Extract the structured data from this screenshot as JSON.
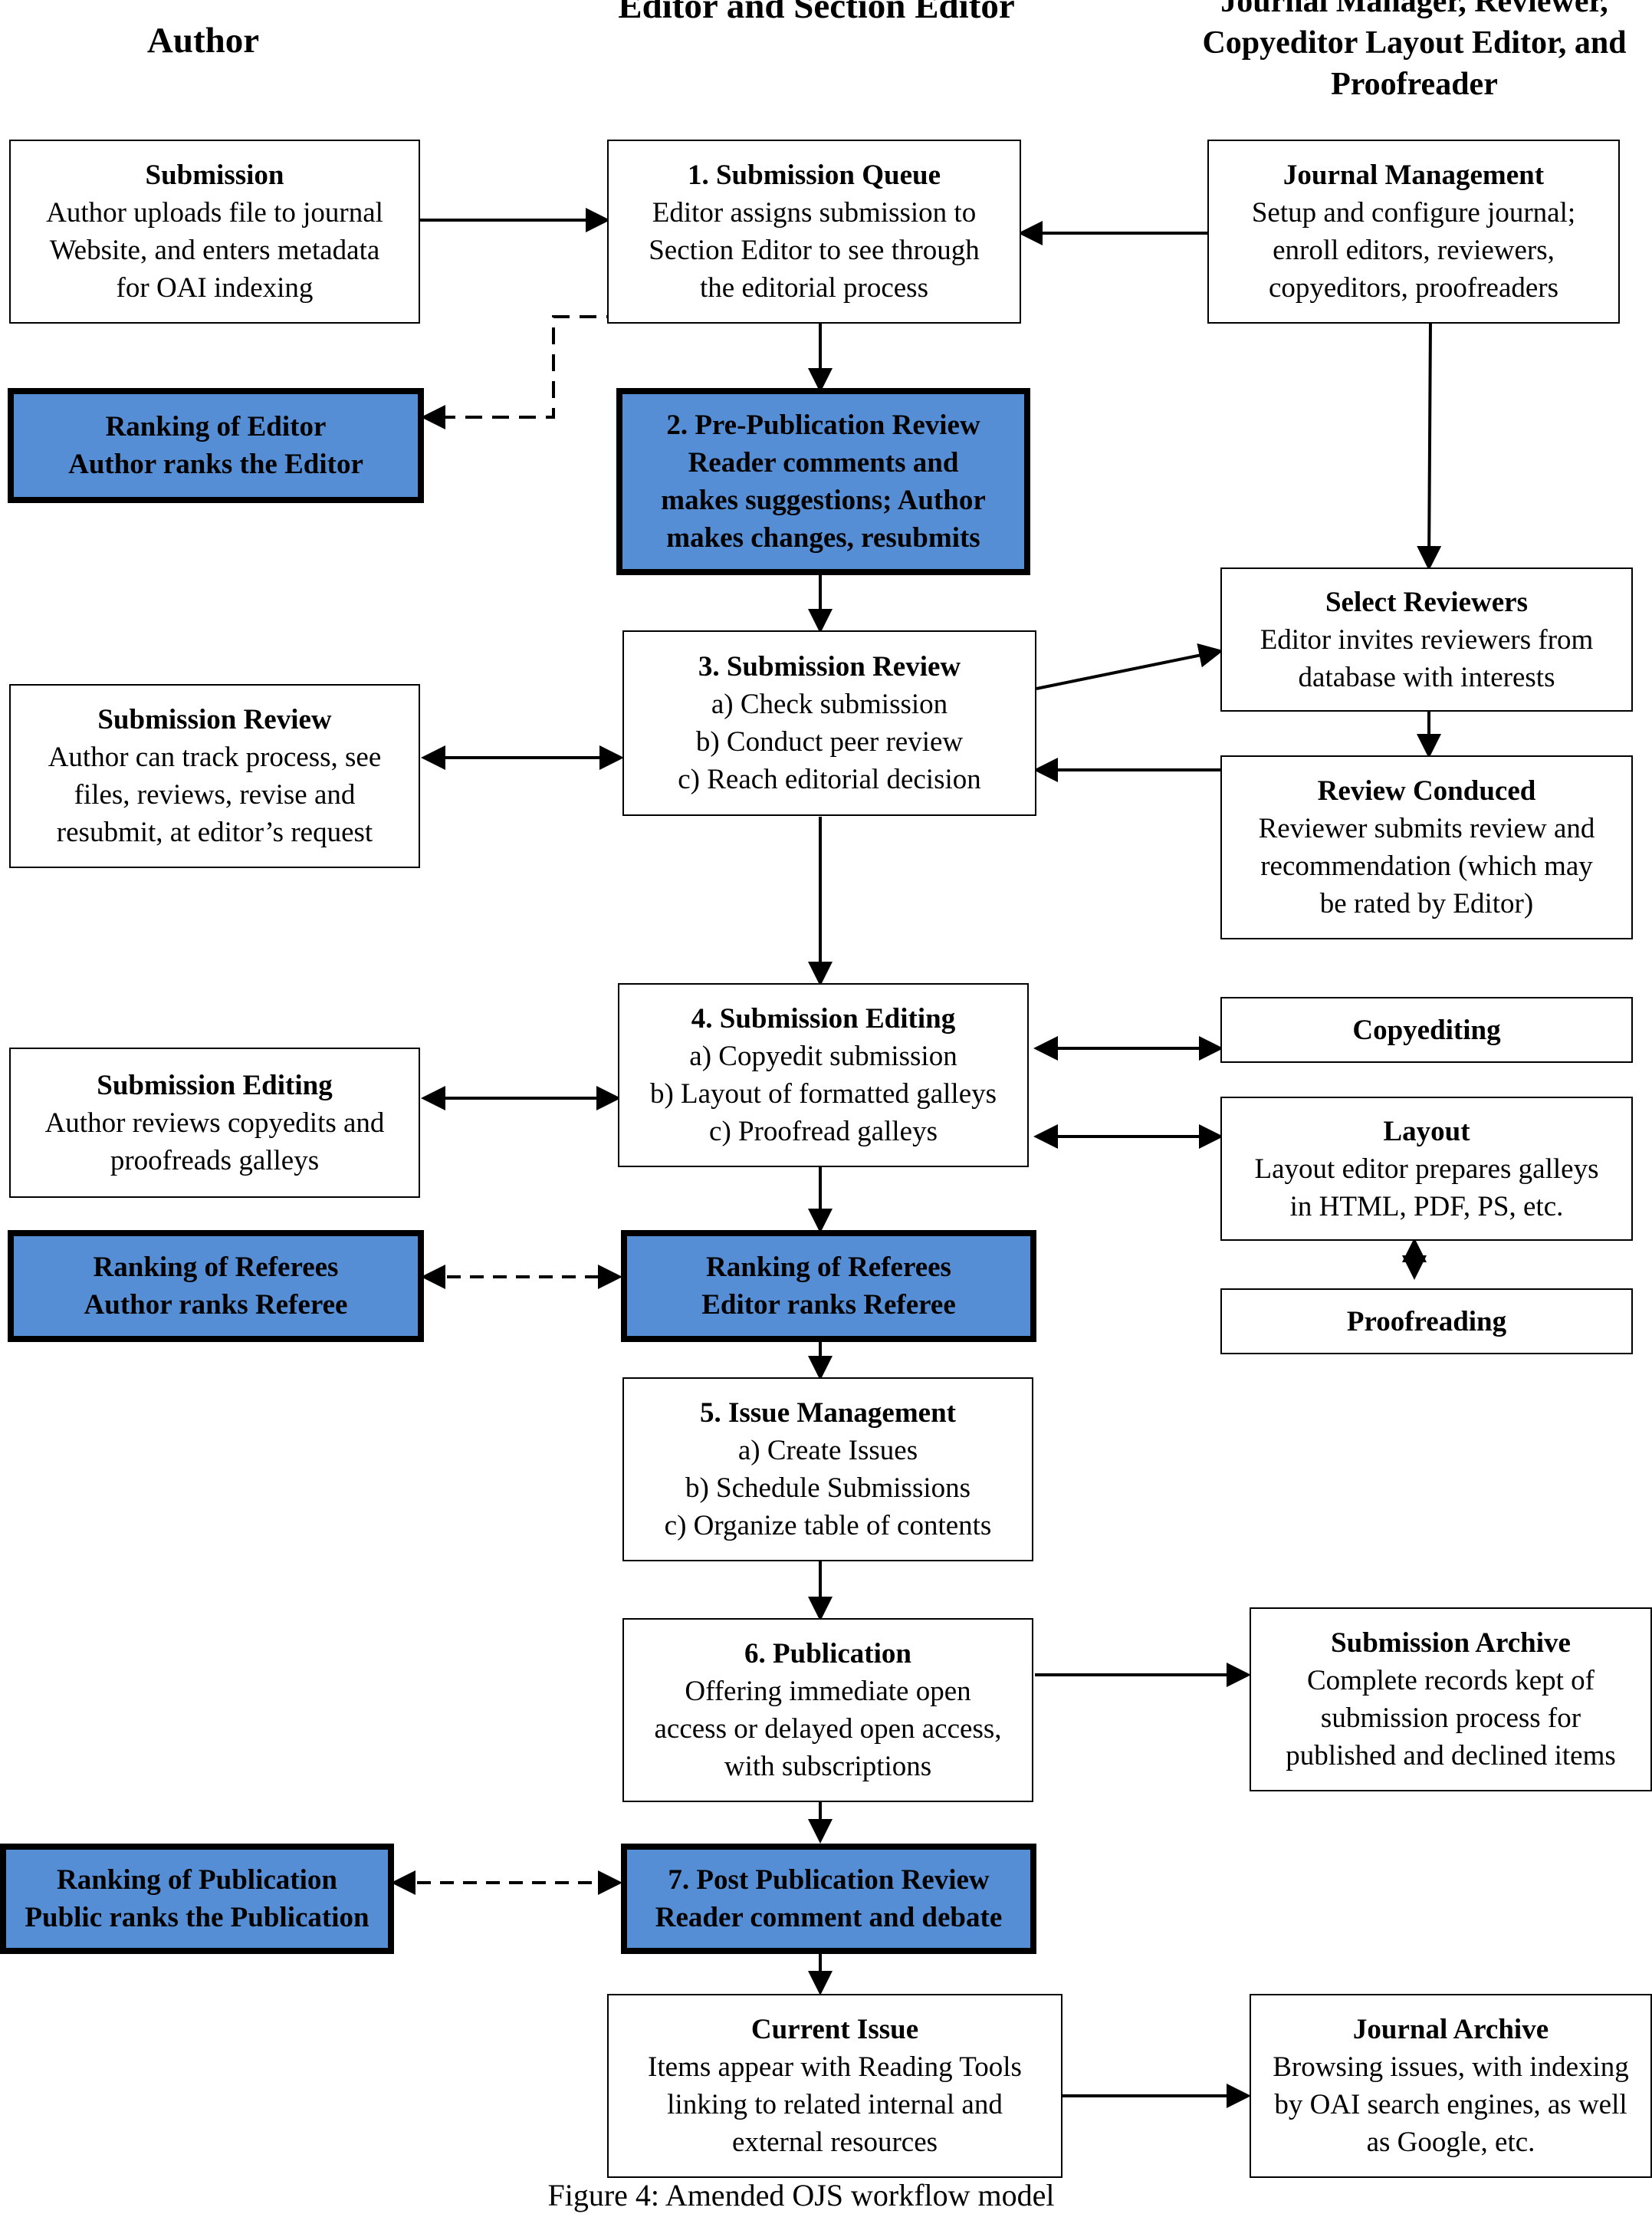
{
  "columns": {
    "author": [
      "Author"
    ],
    "editor": [
      "Editor and Section",
      "Editor"
    ],
    "manager": [
      "Journal Manager, Reviewer,",
      "Copyeditor Layout Editor, and",
      "Proofreader"
    ]
  },
  "boxes": {
    "author_submission": {
      "title": "Submission",
      "lines": [
        "Author uploads file to journal",
        "Website, and enters metadata",
        "for OAI indexing"
      ]
    },
    "submission_queue": {
      "title": "1. Submission Queue",
      "lines": [
        "Editor assigns submission to",
        "Section Editor to see through",
        "the editorial process"
      ]
    },
    "journal_management": {
      "title": "Journal Management",
      "lines": [
        "Setup and configure journal;",
        "enroll editors, reviewers,",
        "copyeditors, proofreaders"
      ]
    },
    "ranking_editor": {
      "title": "Ranking of Editor",
      "lines": [
        "Author ranks the Editor"
      ]
    },
    "pre_publication_review": {
      "title": "2. Pre-Publication Review",
      "lines": [
        "Reader comments and",
        "makes suggestions; Author",
        "makes changes, resubmits"
      ]
    },
    "select_reviewers": {
      "title": "Select Reviewers",
      "lines": [
        "Editor invites reviewers from",
        "database with interests"
      ]
    },
    "submission_review_editor": {
      "title": "3. Submission Review",
      "lines": [
        "a) Check submission",
        "b) Conduct peer review",
        "c) Reach editorial decision"
      ]
    },
    "submission_review_author": {
      "title": "Submission Review",
      "lines": [
        "Author can track process, see",
        "files, reviews, revise and",
        "resubmit, at editor’s request"
      ]
    },
    "review_conduced": {
      "title": "Review Conduced",
      "lines": [
        "Reviewer submits review and",
        "recommendation (which may",
        "be rated by Editor)"
      ]
    },
    "submission_editing_editor": {
      "title": "4. Submission Editing",
      "lines": [
        "a) Copyedit submission",
        "b) Layout of formatted galleys",
        "c) Proofread galleys"
      ]
    },
    "copyediting": {
      "title": "Copyediting",
      "lines": []
    },
    "submission_editing_author": {
      "title": "Submission Editing",
      "lines": [
        "Author reviews copyedits and",
        "proofreads galleys"
      ]
    },
    "layout": {
      "title": "Layout",
      "lines": [
        "Layout editor prepares galleys",
        "in HTML, PDF, PS, etc."
      ]
    },
    "ranking_referees_author": {
      "title": "Ranking of Referees",
      "lines": [
        "Author ranks Referee"
      ]
    },
    "ranking_referees_editor": {
      "title": "Ranking of Referees",
      "lines": [
        "Editor ranks Referee"
      ]
    },
    "proofreading": {
      "title": "Proofreading",
      "lines": []
    },
    "issue_management": {
      "title": "5. Issue Management",
      "lines": [
        "a) Create Issues",
        "b) Schedule Submissions",
        "c) Organize table of contents"
      ]
    },
    "publication": {
      "title": "6. Publication",
      "lines": [
        "Offering immediate open",
        "access or delayed open access,",
        "with subscriptions"
      ]
    },
    "submission_archive": {
      "title": "Submission Archive",
      "lines": [
        "Complete records kept of",
        "submission process for",
        "published and declined items"
      ]
    },
    "ranking_publication": {
      "title": "Ranking of Publication",
      "lines": [
        "Public ranks the Publication"
      ]
    },
    "post_publication_review": {
      "title": "7. Post Publication Review",
      "lines": [
        "Reader comment and debate"
      ]
    },
    "current_issue": {
      "title": "Current Issue",
      "lines": [
        "Items appear with Reading Tools",
        "linking to related internal and",
        "external resources"
      ]
    },
    "journal_archive": {
      "title": "Journal Archive",
      "lines": [
        "Browsing issues, with indexing",
        "by OAI search engines, as well",
        "as Google, etc."
      ]
    }
  },
  "caption": "Figure 4: Amended OJS workflow model"
}
